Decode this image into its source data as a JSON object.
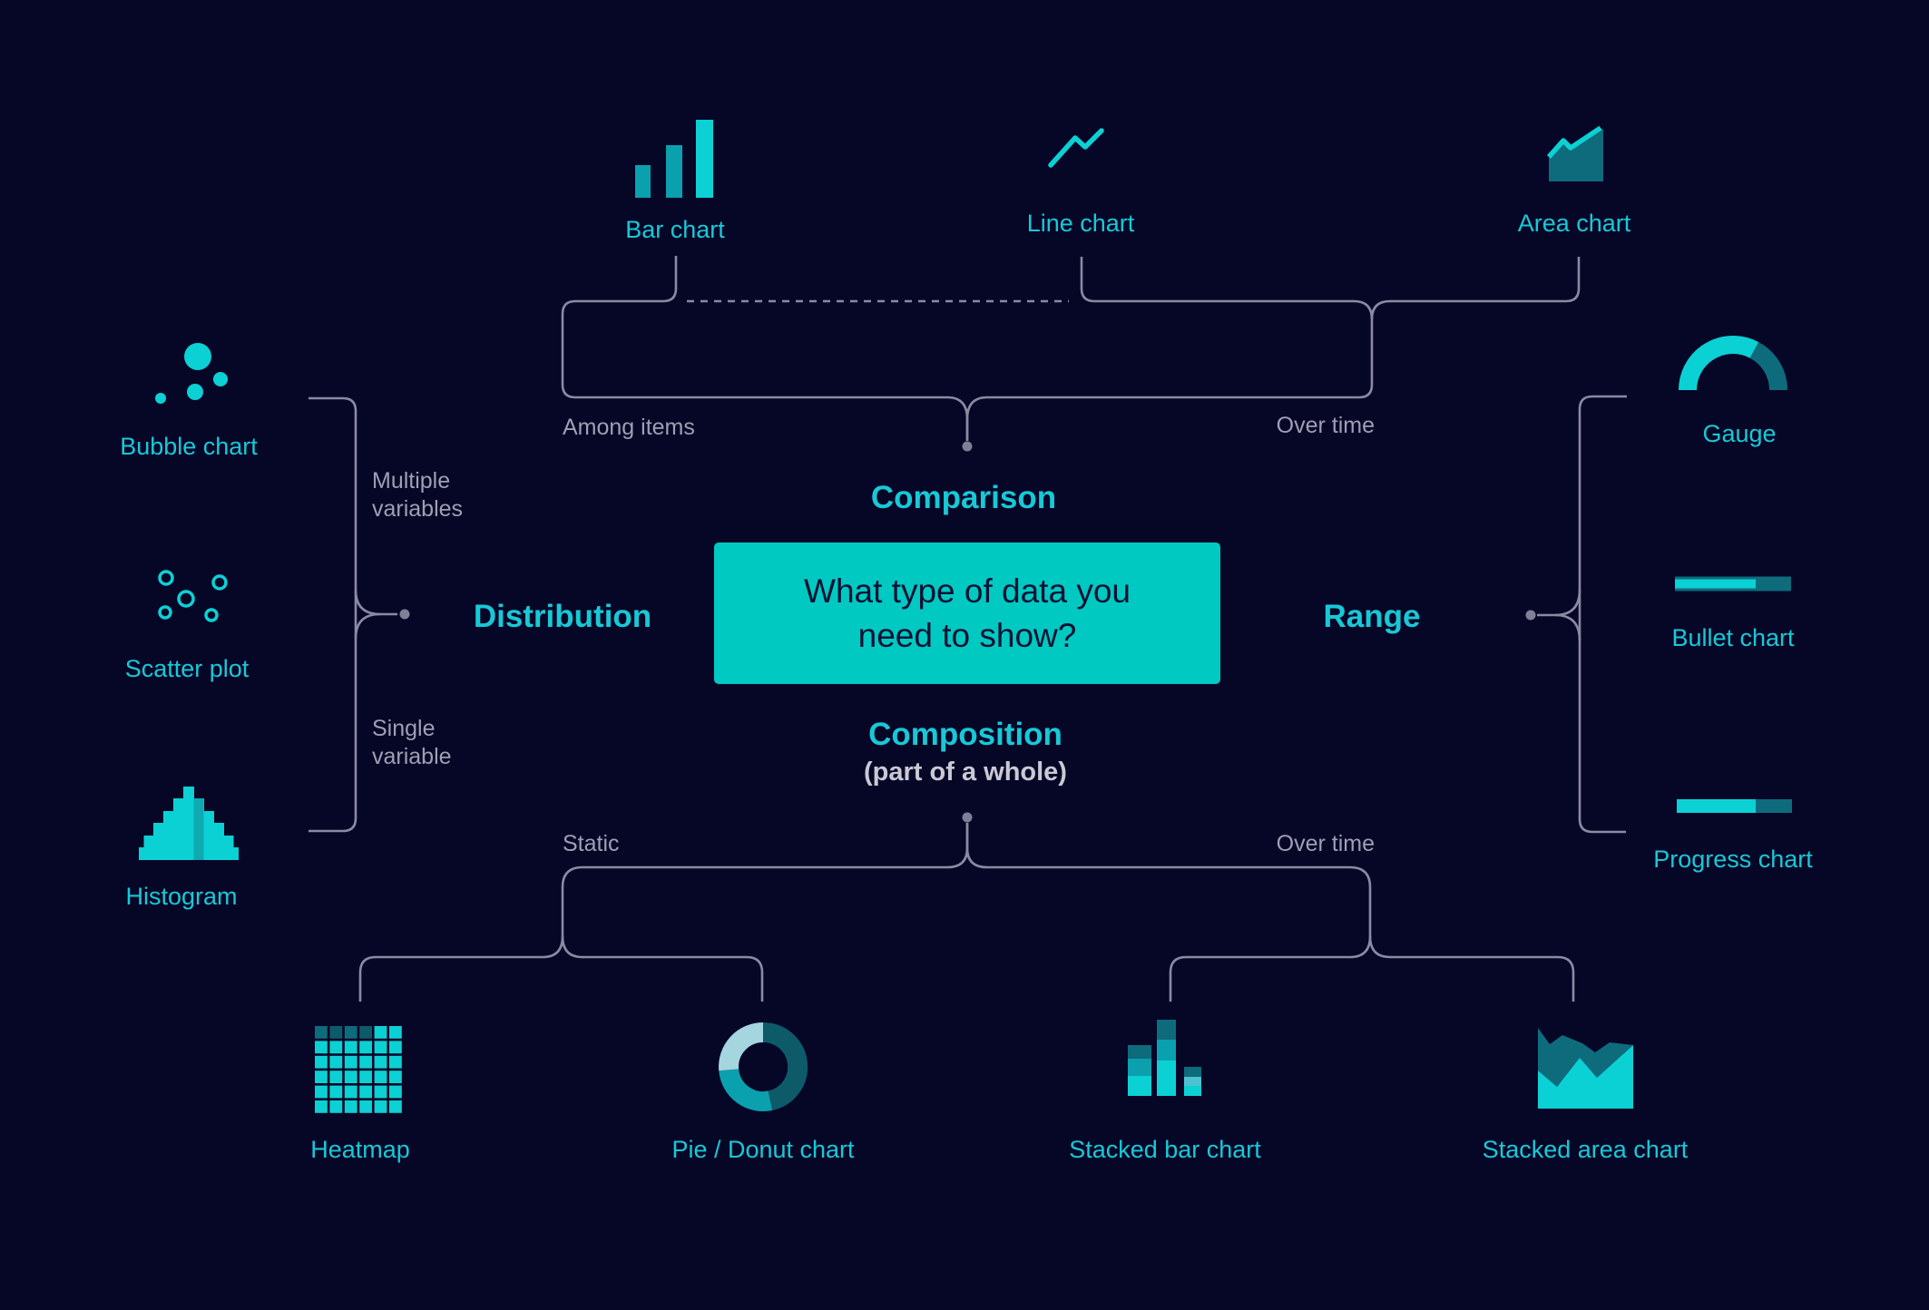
{
  "title": "Chart type decision diagram",
  "center": {
    "question": "What type of data you\nneed to show?"
  },
  "headings": {
    "comparison": "Comparison",
    "distribution": "Distribution",
    "range": "Range",
    "composition": "Composition",
    "composition_sub": "(part of a whole)"
  },
  "edge_labels": {
    "among_items": "Among items",
    "over_time_top": "Over time",
    "multiple_variables": "Multiple\nvariables",
    "single_variable": "Single\nvariable",
    "static": "Static",
    "over_time_bottom": "Over time"
  },
  "nodes": {
    "bar_chart": {
      "label": "Bar chart",
      "icon": "bar-chart-icon"
    },
    "line_chart": {
      "label": "Line chart",
      "icon": "line-chart-icon"
    },
    "area_chart": {
      "label": "Area chart",
      "icon": "area-chart-icon"
    },
    "bubble_chart": {
      "label": "Bubble chart",
      "icon": "bubble-chart-icon"
    },
    "scatter_plot": {
      "label": "Scatter plot",
      "icon": "scatter-plot-icon"
    },
    "histogram": {
      "label": "Histogram",
      "icon": "histogram-icon"
    },
    "gauge": {
      "label": "Gauge",
      "icon": "gauge-icon"
    },
    "bullet_chart": {
      "label": "Bullet chart",
      "icon": "bullet-chart-icon"
    },
    "progress_chart": {
      "label": "Progress chart",
      "icon": "progress-chart-icon"
    },
    "heatmap": {
      "label": "Heatmap",
      "icon": "heatmap-icon"
    },
    "pie_donut": {
      "label": "Pie / Donut chart",
      "icon": "pie-donut-chart-icon"
    },
    "stacked_bar": {
      "label": "Stacked bar chart",
      "icon": "stacked-bar-chart-icon"
    },
    "stacked_area": {
      "label": "Stacked area chart",
      "icon": "stacked-area-chart-icon"
    }
  },
  "colors": {
    "background": "#060627",
    "accent_cyan": "#17c9d6",
    "icon_bright": "#0bd1d4",
    "icon_mid": "#0aa0ae",
    "icon_mid2": "#0fa9b2",
    "icon_mid_light": "#4ec2d2",
    "icon_dark": "#0d6b7c",
    "icon_dark2": "#0d5a69",
    "icon_light": "#a5d5de",
    "box_fill": "#00c9c1",
    "box_text": "#0a1134",
    "line_gray": "#8a8aa3",
    "dot_gray": "#7f7f97",
    "text_gray": "#9f9fb4",
    "text_gray_bright": "#c9c9d4"
  }
}
